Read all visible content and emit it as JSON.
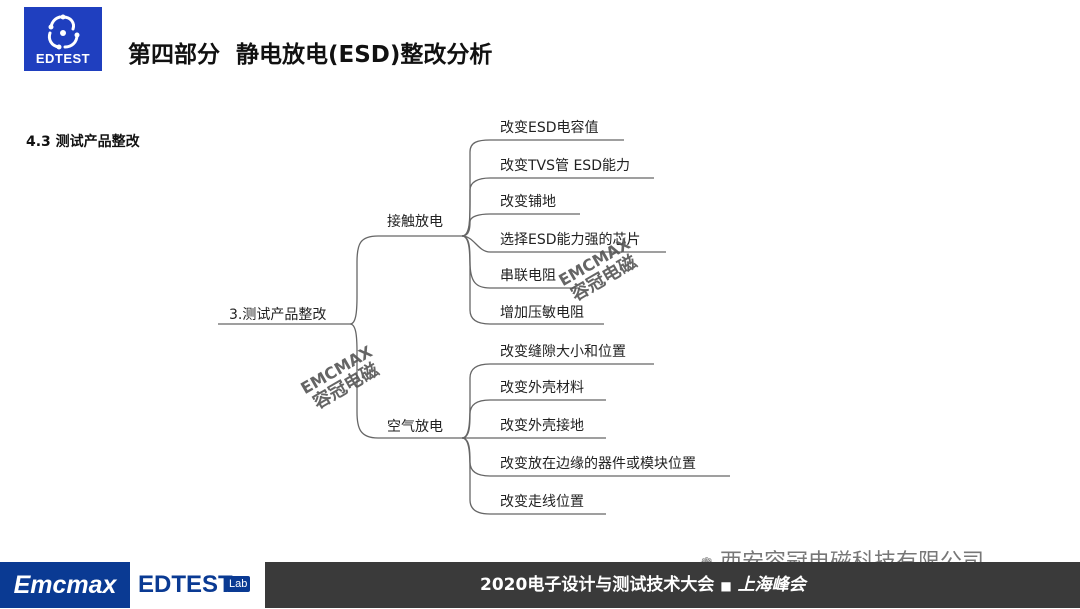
{
  "header": {
    "logo_text": "EDTEST",
    "title": "第四部分  静电放电(ESD)整改分析"
  },
  "section": "4.3 测试产品整改",
  "mindmap": {
    "root": "3.测试产品整改",
    "branches": [
      {
        "label": "接触放电",
        "items": [
          "改变ESD电容值",
          "改变TVS管 ESD能力",
          "改变铺地",
          "选择ESD能力强的芯片",
          "串联电阻",
          "增加压敏电阻"
        ]
      },
      {
        "label": "空气放电",
        "items": [
          "改变缝隙大小和位置",
          "改变外壳材料",
          "改变外壳接地",
          "改变放在边缘的器件或模块位置",
          "改变走线位置"
        ]
      }
    ]
  },
  "watermarks": {
    "en": "EMCMAX",
    "cn": "容冠电磁"
  },
  "company_watermark": "西安容冠电磁科技有限公司",
  "footer": {
    "brand1": "Emcmax",
    "brand2": "EDTEST",
    "brand2_badge": "Lab",
    "conference": "2020电子设计与测试技术大会",
    "location": "上海峰会"
  },
  "colors": {
    "logo_bg": "#1f3fbf",
    "footer_bg": "#3a3a3a",
    "footer_brand_blue": "#0a3a93",
    "line": "#666666"
  }
}
